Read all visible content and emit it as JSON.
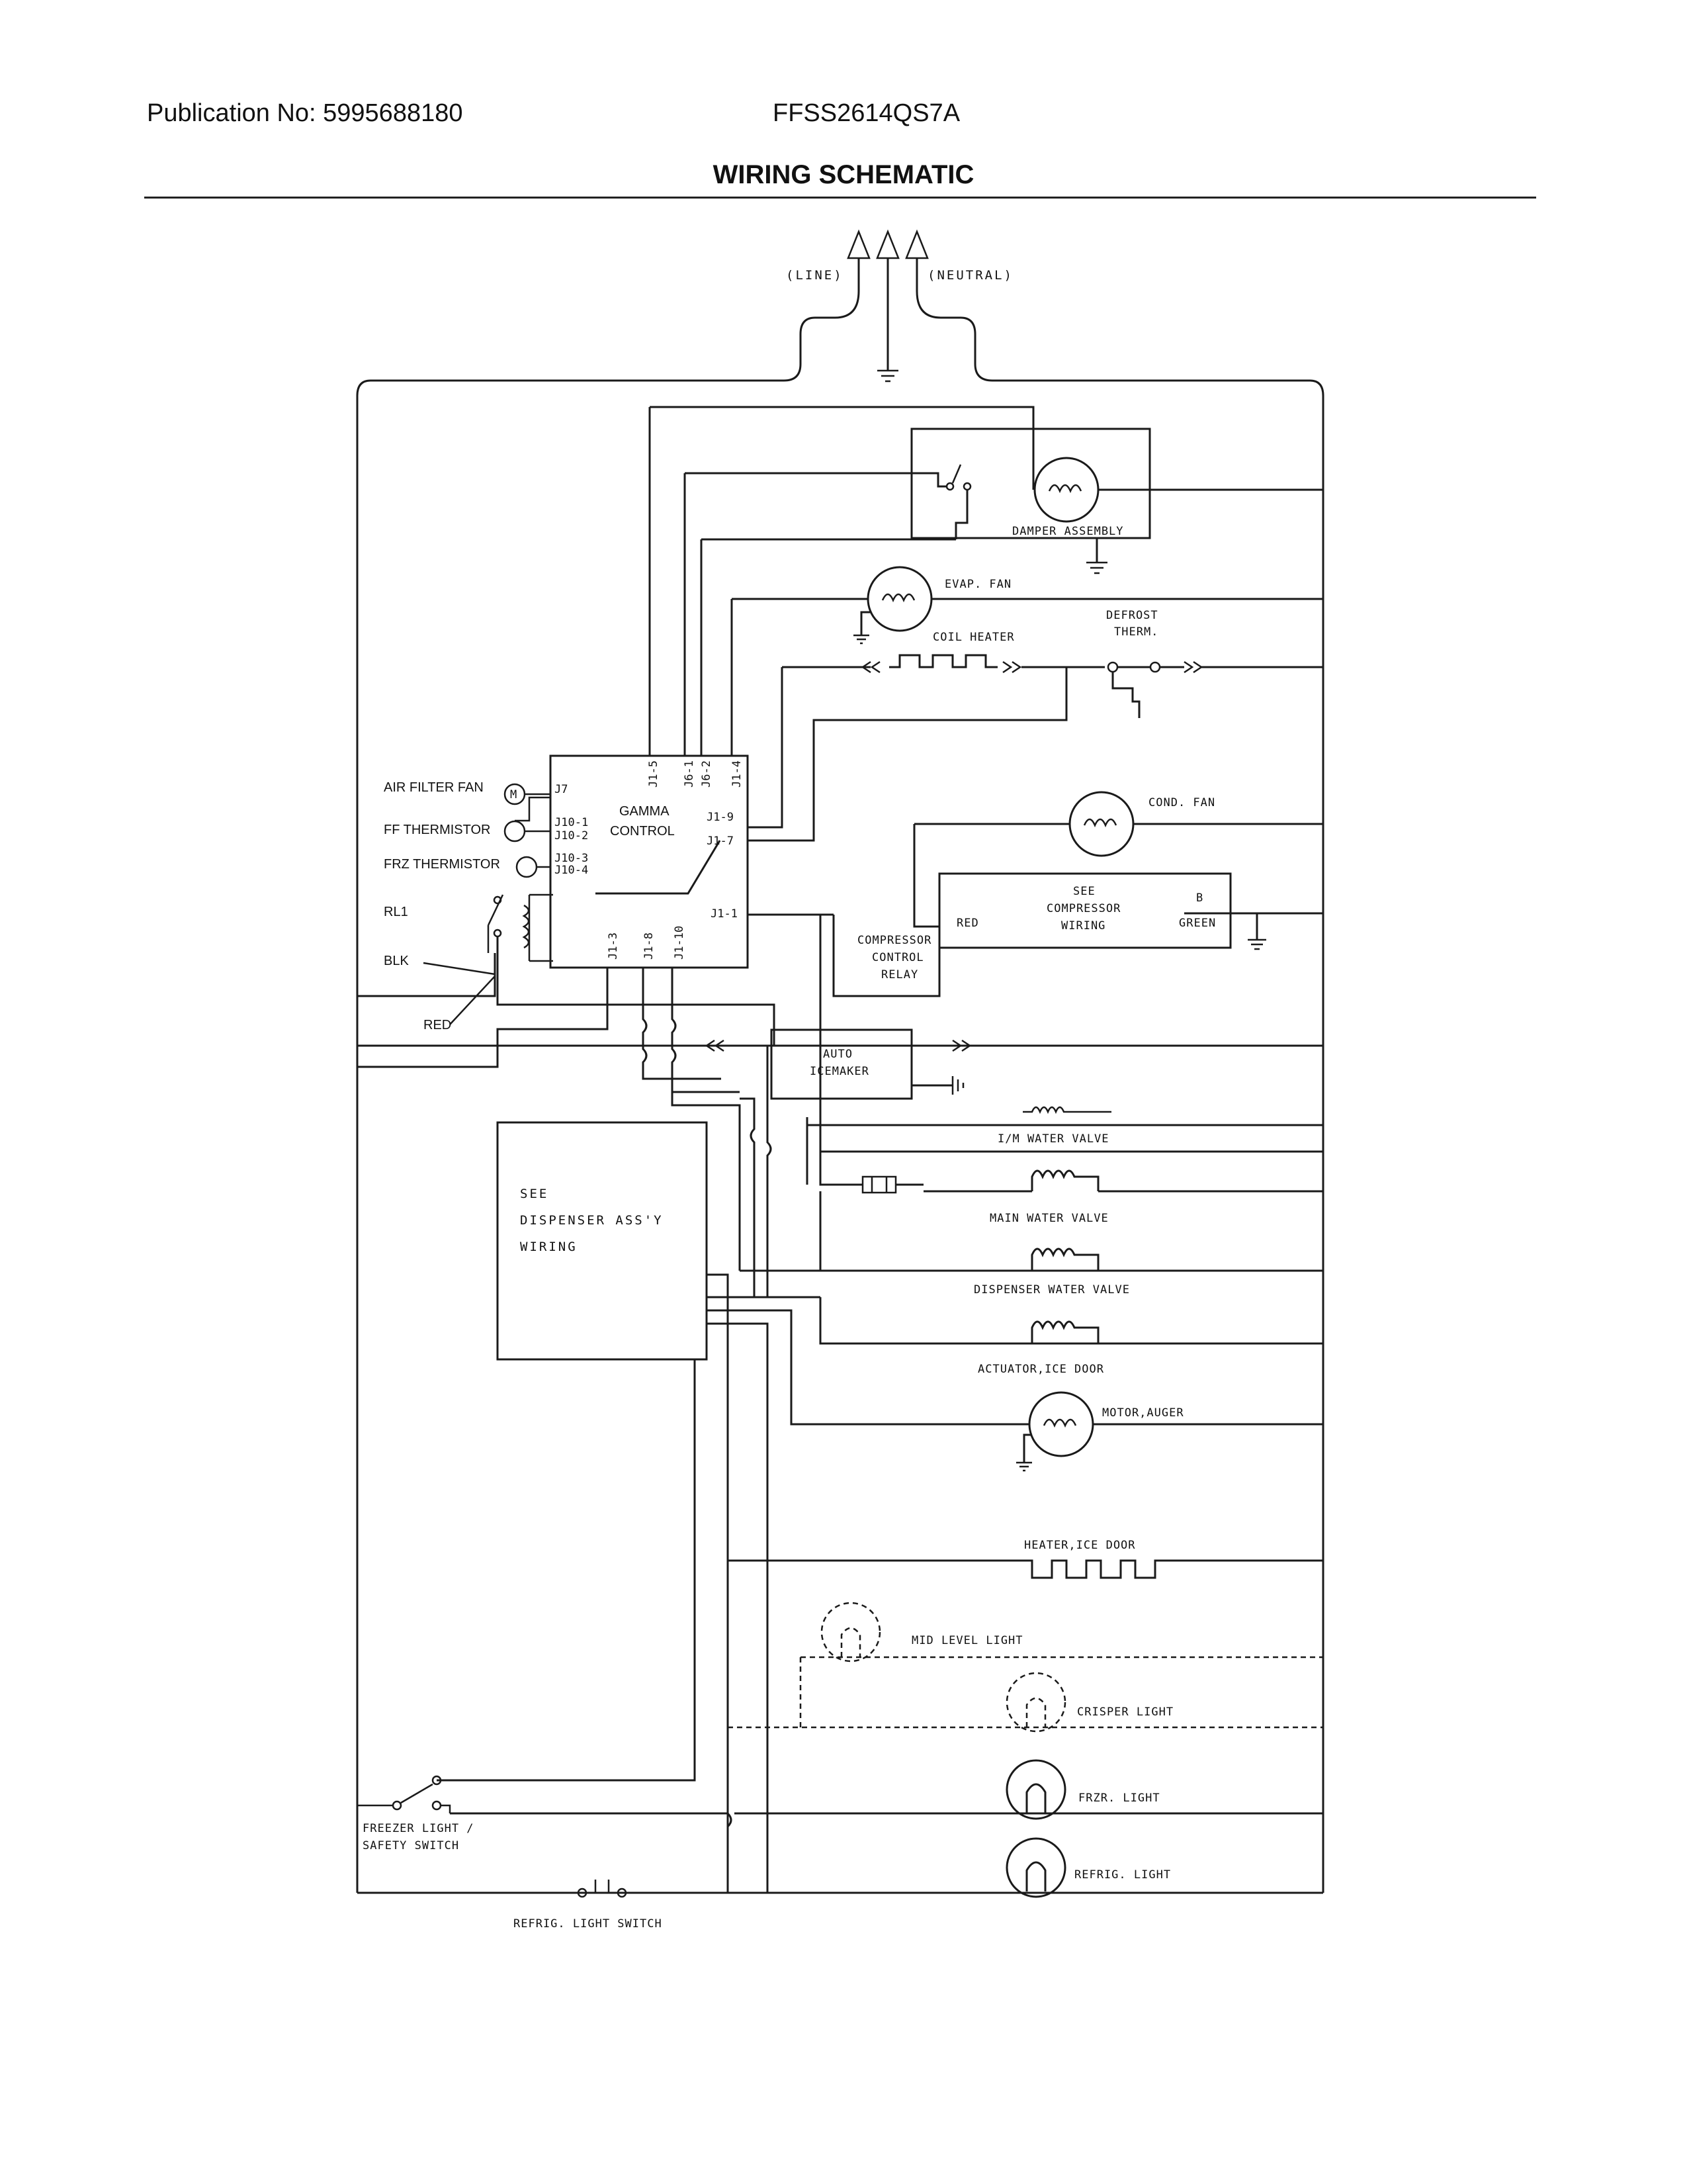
{
  "header": {
    "publication": "Publication No: 5995688180",
    "model": "FFSS2614QS7A",
    "title": "WIRING SCHEMATIC"
  },
  "diagram": {
    "supply": {
      "line": "(LINE)",
      "neutral": "(NEUTRAL)"
    },
    "components": {
      "damper": "DAMPER ASSEMBLY",
      "evap_fan": "EVAP. FAN",
      "defrost_therm_1": "DEFROST",
      "defrost_therm_2": "THERM.",
      "coil_heater": "COIL HEATER",
      "air_filter_fan": "AIR FILTER FAN",
      "ff_thermistor": "FF THERMISTOR",
      "frz_thermistor": "FRZ THERMISTOR",
      "rl1": "RL1",
      "blk": "BLK",
      "red": "RED",
      "gamma_1": "GAMMA",
      "gamma_2": "CONTROL",
      "cond_fan": "COND. FAN",
      "see_comp_1": "SEE",
      "see_comp_2": "COMPRESSOR",
      "see_comp_3": "WIRING",
      "comp_red": "RED",
      "comp_b": "B",
      "comp_green": "GREEN",
      "ccr_1": "COMPRESSOR",
      "ccr_2": "CONTROL",
      "ccr_3": "RELAY",
      "icemaker_1": "AUTO",
      "icemaker_2": "ICEMAKER",
      "im_valve": "I/M WATER VALVE",
      "main_valve": "MAIN WATER VALVE",
      "disp_valve": "DISPENSER WATER VALVE",
      "actuator": "ACTUATOR,ICE DOOR",
      "motor_auger": "MOTOR,AUGER",
      "heater_ice_door": "HEATER,ICE DOOR",
      "mid_light": "MID LEVEL LIGHT",
      "crisper_light": "CRISPER LIGHT",
      "frzr_light": "FRZR. LIGHT",
      "refrig_light": "REFRIG. LIGHT",
      "disp_1": "SEE",
      "disp_2": "DISPENSER ASS'Y",
      "disp_3": "WIRING",
      "frz_switch_1": "FREEZER LIGHT /",
      "frz_switch_2": "SAFETY SWITCH",
      "refrig_switch": "REFRIG. LIGHT SWITCH",
      "motor_m": "M"
    },
    "pins": {
      "j7": "J7",
      "j10_1": "J10-1",
      "j10_2": "J10-2",
      "j10_3": "J10-3",
      "j10_4": "J10-4",
      "j1_5": "J1-5",
      "j6_1": "J6-1",
      "j6_2": "J6-2",
      "j1_4": "J1-4",
      "j1_9": "J1-9",
      "j1_7": "J1-7",
      "j1_1": "J1-1",
      "j1_3": "J1-3",
      "j1_8": "J1-8",
      "j1_10": "J1-10"
    }
  }
}
